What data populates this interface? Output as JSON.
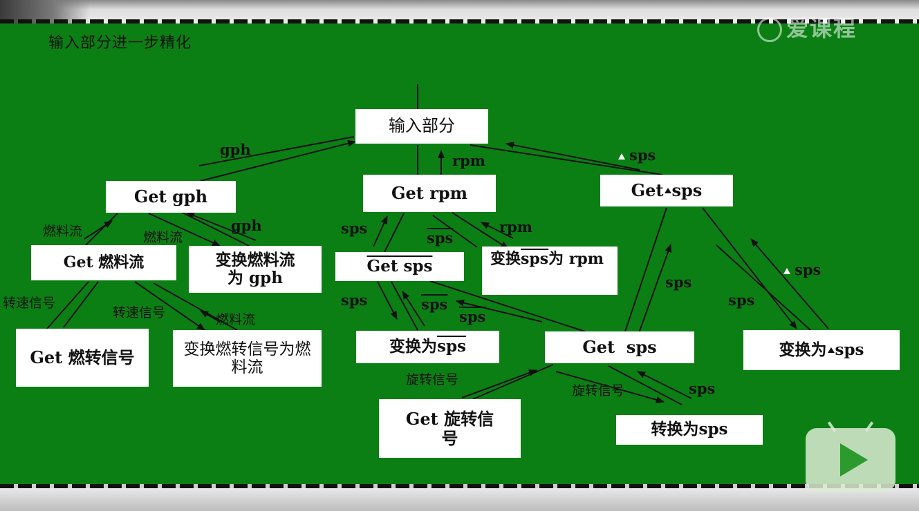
{
  "slide_title": "输入部分进一步精化",
  "watermark": "爱课程",
  "boxes": {
    "input_part": "输入部分",
    "get_gph": "Get gph",
    "get_rpm": "Get rpm",
    "get_dsps_prefix": "Get",
    "get_dsps_suffix": "sps",
    "get_fuel_flow": "Get 燃料流",
    "convert_fuel_to_gph": "变换燃料流为 gph",
    "get_sps_bar": "Get sps",
    "convert_spsbar_to_rpm_a": "变换",
    "convert_spsbar_to_rpm_b": "sps",
    "convert_spsbar_to_rpm_c": "为 rpm",
    "get_fuel_rot_signal": "Get 燃转信号",
    "convert_fuel_rot_signal": "变换燃转信号为燃料流",
    "convert_to_spsbar_a": "变换为",
    "convert_to_spsbar_b": "sps",
    "get_sps": "Get  sps",
    "convert_to_dsps_a": "变换为",
    "convert_to_dsps_b": "sps",
    "get_rot_signal": "Get 旋转信号",
    "transform_to_sps": "转换为sps"
  },
  "labels": {
    "gph_top": "gph",
    "rpm_top": "rpm",
    "dsps_top": "sps",
    "fuel_flow_1": "燃料流",
    "fuel_flow_2": "燃料流",
    "gph_2": "gph",
    "sps_a": "sps",
    "sps_bar_1": "sps",
    "rpm_2": "rpm",
    "speed_signal_1": "转速信号",
    "speed_signal_2": "转速信号",
    "fuel_flow_3": "燃料流",
    "sps_b": "sps",
    "sps_bar_2": "sps",
    "sps_bar_3": "sps",
    "sps_c": "sps",
    "sps_d": "sps",
    "dsps_right": "sps",
    "rot_signal_1": "旋转信号",
    "rot_signal_2": "旋转信号",
    "sps_e": "sps"
  }
}
